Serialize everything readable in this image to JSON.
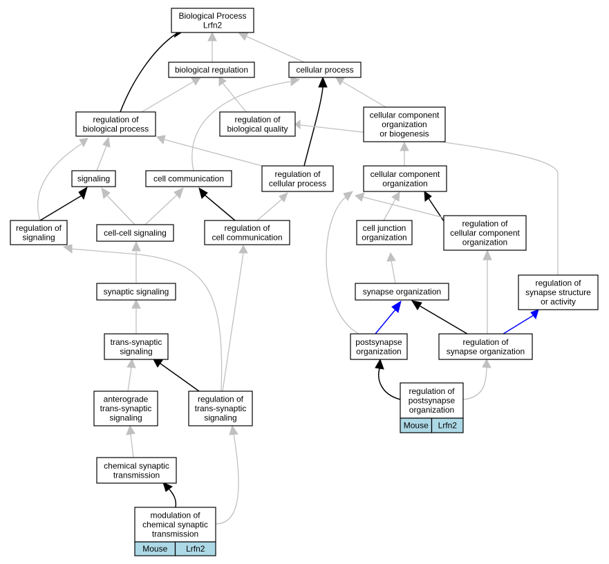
{
  "nodes": {
    "bp_root": [
      "Biological Process",
      "Lrfn2"
    ],
    "bio_reg": [
      "biological regulation"
    ],
    "cell_proc": [
      "cellular process"
    ],
    "reg_bio_proc": [
      "regulation of",
      "biological process"
    ],
    "reg_bio_qual": [
      "regulation of",
      "biological quality"
    ],
    "cc_org_biog": [
      "cellular component",
      "organization",
      "or biogenesis"
    ],
    "signaling": [
      "signaling"
    ],
    "cell_comm": [
      "cell communication"
    ],
    "reg_cell_proc": [
      "regulation of",
      "cellular process"
    ],
    "cc_org": [
      "cellular component",
      "organization"
    ],
    "reg_signaling": [
      "regulation of",
      "signaling"
    ],
    "cc_signaling": [
      "cell-cell signaling"
    ],
    "reg_cell_comm": [
      "regulation of",
      "cell communication"
    ],
    "cell_junc_org": [
      "cell junction",
      "organization"
    ],
    "reg_cc_org": [
      "regulation of",
      "cellular component",
      "organization"
    ],
    "syn_signaling": [
      "synaptic signaling"
    ],
    "syn_org": [
      "synapse organization"
    ],
    "reg_syn_struct": [
      "regulation of",
      "synapse structure",
      "or activity"
    ],
    "trans_syn": [
      "trans-synaptic",
      "signaling"
    ],
    "postsyn_org": [
      "postsynapse",
      "organization"
    ],
    "reg_syn_org": [
      "regulation of",
      "synapse organization"
    ],
    "antero": [
      "anterograde",
      "trans-synaptic",
      "signaling"
    ],
    "reg_trans_syn": [
      "regulation of",
      "trans-synaptic",
      "signaling"
    ],
    "reg_postsyn_org": [
      "regulation of",
      "postsynapse",
      "organization"
    ],
    "chem_syn": [
      "chemical synaptic",
      "transmission"
    ],
    "mod_chem_syn": [
      "modulation of",
      "chemical synaptic",
      "transmission"
    ]
  },
  "annotations": {
    "reg_postsyn_org": [
      "Mouse",
      "Lrfn2"
    ],
    "mod_chem_syn": [
      "Mouse",
      "Lrfn2"
    ]
  },
  "edge_colors": {
    "gray": "#c0c0c0",
    "black": "#000000",
    "blue": "#0000ff"
  },
  "tag_fill": "#add8e6"
}
